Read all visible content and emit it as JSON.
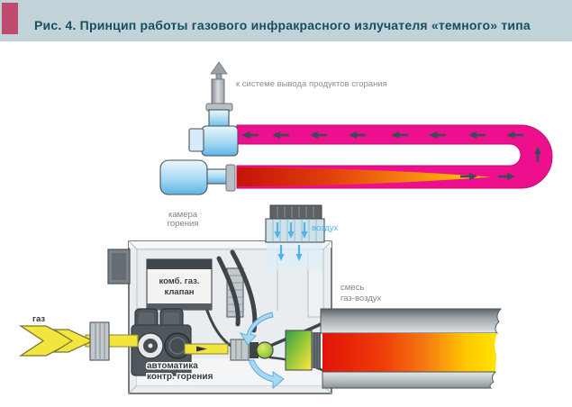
{
  "header": {
    "title": "Рис. 4. Принцип работы газового инфракрасного излучателя «темного» типа"
  },
  "diagram": {
    "top": {
      "exhaust_label": "к системе вывода продуктов сгорания"
    },
    "bottom": {
      "chamber_label_line1": "камера",
      "chamber_label_line2": "горения",
      "air_label": "воздух",
      "valve_label_line1": "комб. газ.",
      "valve_label_line2": "клапан",
      "gas_label": "газ",
      "mixture_label_line1": "смесь",
      "mixture_label_line2": "газ-воздух",
      "automation_label_line1": "автоматика",
      "automation_label_line2": "контр. горения"
    },
    "colors": {
      "header_bg": "#c2d2d9",
      "accent_bar": "#bf4c6e",
      "title_text": "#15505f",
      "tube_magenta": "#ee0f8e",
      "flame_red": "#e01408",
      "flame_orange": "#f57d12",
      "flame_yellow": "#ffd700",
      "gas_yellow": "#f2e63c",
      "component_blue": "#a6d9f3",
      "air_label_blue": "#45b5e8",
      "label_gray": "#8a9096",
      "dark_metal": "#4f575d",
      "box_gray": "#e9edef"
    }
  }
}
